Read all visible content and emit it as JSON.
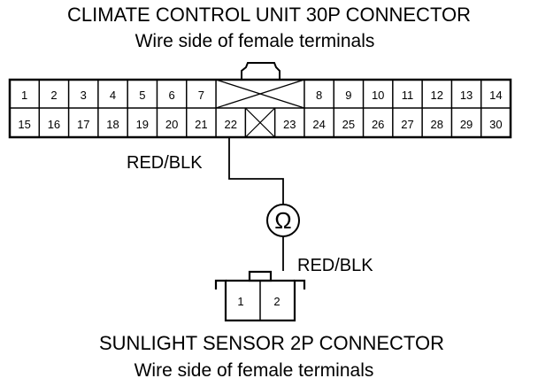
{
  "top_connector": {
    "title": "CLIMATE CONTROL UNIT 30P CONNECTOR",
    "subtitle": "Wire side of female terminals",
    "row1_pins": [
      "1",
      "2",
      "3",
      "4",
      "5",
      "6",
      "7",
      "8",
      "9",
      "10",
      "11",
      "12",
      "13",
      "14"
    ],
    "row2_pins": [
      "15",
      "16",
      "17",
      "18",
      "19",
      "20",
      "21",
      "22",
      "23",
      "24",
      "25",
      "26",
      "27",
      "28",
      "29",
      "30"
    ]
  },
  "wire_label_upper": "RED/BLK",
  "wire_label_lower": "RED/BLK",
  "ohmmeter_symbol": "Ω",
  "bottom_connector": {
    "pins": [
      "1",
      "2"
    ],
    "title": "SUNLIGHT SENSOR 2P CONNECTOR",
    "subtitle": "Wire side of female terminals"
  }
}
